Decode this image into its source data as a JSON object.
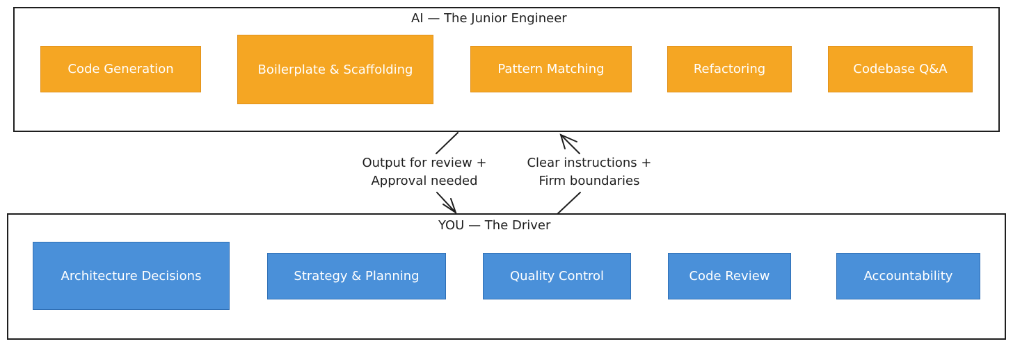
{
  "ai_section": {
    "title": "AI — The Junior Engineer",
    "items": [
      {
        "label": "Code Generation"
      },
      {
        "label": "Boilerplate & Scaffolding"
      },
      {
        "label": "Pattern Matching"
      },
      {
        "label": "Refactoring"
      },
      {
        "label": "Codebase Q&A"
      }
    ],
    "color": "#f5a623"
  },
  "you_section": {
    "title": "YOU — The Driver",
    "items": [
      {
        "label": "Architecture Decisions"
      },
      {
        "label": "Strategy & Planning"
      },
      {
        "label": "Quality Control"
      },
      {
        "label": "Code Review"
      },
      {
        "label": "Accountability"
      }
    ],
    "color": "#4a90d9"
  },
  "connections": {
    "down": {
      "line1": "Output for review +",
      "line2": "Approval needed",
      "from": "AI",
      "to": "YOU"
    },
    "up": {
      "line1": "Clear instructions +",
      "line2": "Firm boundaries",
      "from": "YOU",
      "to": "AI"
    }
  }
}
